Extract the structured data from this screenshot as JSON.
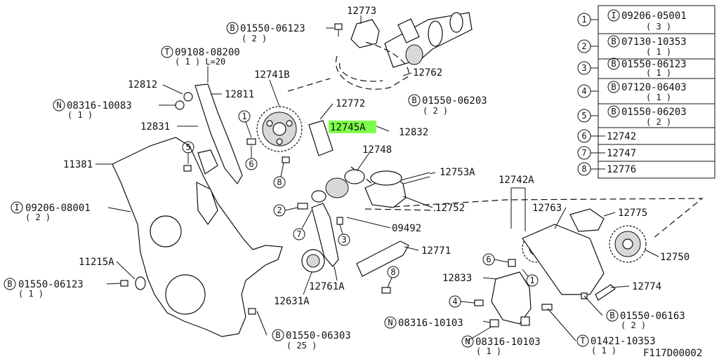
{
  "diagram_code": "F117D00002",
  "legend": [
    {
      "num": "1",
      "prefix": "I",
      "part": "09206-05001",
      "qty": "( 3 )"
    },
    {
      "num": "2",
      "prefix": "B",
      "part": "07130-10353",
      "qty": "( 1 )"
    },
    {
      "num": "3",
      "prefix": "B",
      "part": "01550-06123",
      "qty": "( 1 )"
    },
    {
      "num": "4",
      "prefix": "B",
      "part": "07120-06403",
      "qty": "( 1 )"
    },
    {
      "num": "5",
      "prefix": "B",
      "part": "01550-06203",
      "qty": "( 2 )"
    },
    {
      "num": "6",
      "prefix": "",
      "part": "12742",
      "qty": ""
    },
    {
      "num": "7",
      "prefix": "",
      "part": "12747",
      "qty": ""
    },
    {
      "num": "8",
      "prefix": "",
      "part": "12776",
      "qty": ""
    }
  ],
  "labels": {
    "p12773": "12773",
    "b01550_06123_top": "01550-06123",
    "b01550_06123_top_qty": "( 2 )",
    "t09108": "09108-08200",
    "t09108_qty": "( 1 )  L=20",
    "p12741B": "12741B",
    "p12762": "12762",
    "p12812": "12812",
    "p12811": "12811",
    "n08316_left": "08316-10083",
    "n08316_left_qty": "( 1 )",
    "p12772": "12772",
    "b01550_06203": "01550-06203",
    "b01550_06203_qty": "( 2 )",
    "p12745A": "12745A",
    "p12832": "12832",
    "p12831": "12831",
    "p12748": "12748",
    "p11381": "11381",
    "p12753A": "12753A",
    "p12742A": "12742A",
    "i09206": "09206-08001",
    "i09206_qty": "( 2 )",
    "p12752": "12752",
    "p12763": "12763",
    "p12775": "12775",
    "p09492": "09492",
    "p12771": "12771",
    "p12750": "12750",
    "p11215A": "11215A",
    "p12833": "12833",
    "b01550_06123_left": "01550-06123",
    "b01550_06123_left_qty": "( 1 )",
    "p12774": "12774",
    "p12761A": "12761A",
    "p12631A": "12631A",
    "b01550_06163": "01550-06163",
    "b01550_06163_qty": "( 2 )",
    "n08316_mid": "08316-10103",
    "b01550_06303": "01550-06303",
    "b01550_06303_qty": "( 25 )",
    "n08316_bottom": "08316-10103",
    "n08316_bottom_qty": "( 1 )",
    "t01421": "01421-10353",
    "t01421_qty": "( 1 )"
  },
  "callouts": {
    "c1a": "1",
    "c5a": "5",
    "c6a": "6",
    "c8a": "8",
    "c2a": "2",
    "c7a": "7",
    "c3a": "3",
    "c8b": "8",
    "c6b": "6",
    "c1b": "1",
    "c4a": "4"
  },
  "prefix_letters": {
    "b01550_06123_top": "B",
    "t09108": "T",
    "n08316_left": "N",
    "b01550_06203": "B",
    "i09206": "I",
    "b01550_06123_left": "B",
    "b01550_06163": "B",
    "n08316_mid": "N",
    "b01550_06303": "B",
    "n08316_bottom": "N",
    "t01421": "T"
  },
  "colors": {
    "highlight": "#7dff4a"
  }
}
